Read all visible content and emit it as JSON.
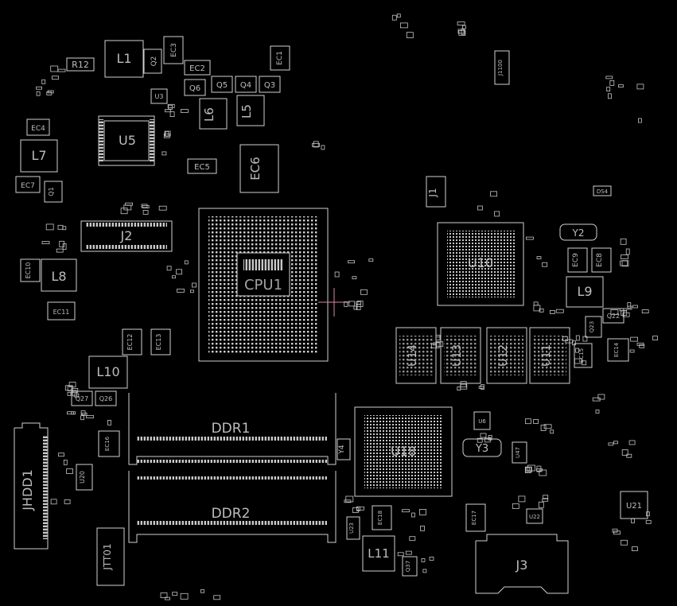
{
  "title": "",
  "labels": {
    "l1": "L1",
    "r12": "R12",
    "q2": "Q2",
    "ec3": "EC3",
    "ec2": "EC2",
    "ec1": "EC1",
    "q6": "Q6",
    "q5": "Q5",
    "q4": "Q4",
    "q3": "Q3",
    "u3": "U3",
    "l6": "L6",
    "l5": "L5",
    "u5": "U5",
    "ec4": "EC4",
    "l7": "L7",
    "ec7": "EC7",
    "q1": "Q1",
    "ec5": "EC5",
    "ec6": "EC6",
    "j2": "J2",
    "l8": "L8",
    "ec10": "EC10",
    "ec11": "EC11",
    "cpu1": "CPU1",
    "j1": "J1",
    "u10": "U10",
    "y2": "Y2",
    "ec9": "EC9",
    "ec8": "EC8",
    "l9": "L9",
    "q22": "Q22",
    "q23": "Q23",
    "ec12": "EC12",
    "ec13": "EC13",
    "l10": "L10",
    "q27": "Q27",
    "q26": "Q26",
    "u14": "U14",
    "u13": "U13",
    "u12": "U12",
    "u11": "U11",
    "ec15": "EC15",
    "ec14": "EC14",
    "ddr1": "DDR1",
    "ddr2": "DDR2",
    "jhdd1": "JHDD1",
    "u20": "U20",
    "ec16": "EC16",
    "y4": "Y4",
    "u18": "U18",
    "u6": "U6",
    "y3": "Y3",
    "u47": "U47",
    "u21": "U21",
    "u22": "U22",
    "ec17": "EC17",
    "ec18": "EC18",
    "j3": "J3",
    "l11": "L11",
    "u23": "U23",
    "q37": "Q37",
    "jtt01": "JTT01",
    "j1100": "J1100",
    "ds4": "DS4"
  },
  "colors": {
    "background": "#000000",
    "outline": "#cfcfcf",
    "label": "#bdbdbd",
    "crosshair": "#d48aa0"
  }
}
